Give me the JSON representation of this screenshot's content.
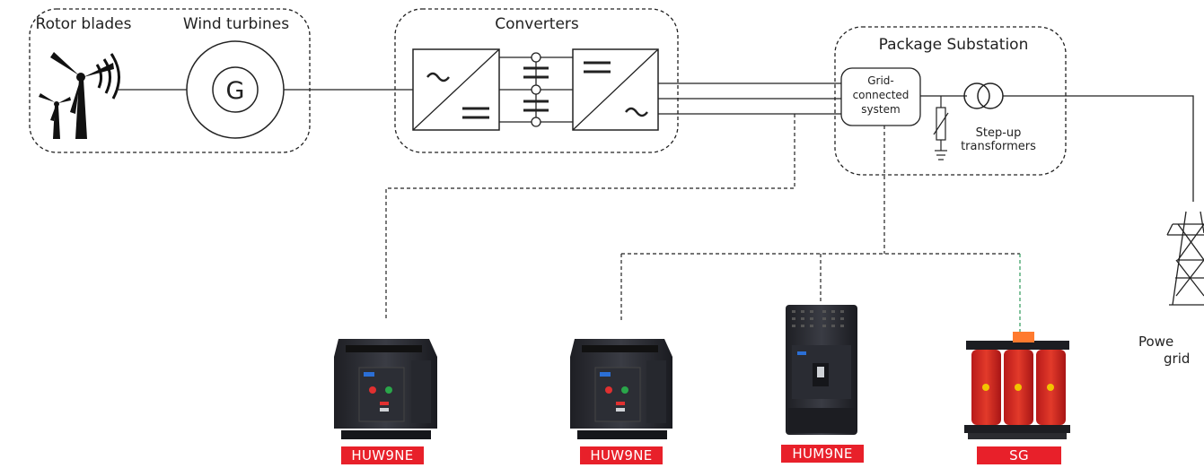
{
  "groups": {
    "rotor_blades": "Rotor blades",
    "wind_turbines": "Wind turbines",
    "converters": "Converters",
    "package_substation": "Package Substation"
  },
  "components": {
    "generator_symbol": "G",
    "grid_connected_line1": "Grid-",
    "grid_connected_line2": "connected",
    "grid_connected_line3": "system",
    "step_up_line1": "Step-up",
    "step_up_line2": "transformers",
    "power_grid_line1": "Powe",
    "power_grid_line2": "grid"
  },
  "products": [
    {
      "label": "HUW9NE"
    },
    {
      "label": "HUW9NE"
    },
    {
      "label": "HUM9NE"
    },
    {
      "label": "SG"
    }
  ],
  "colors": {
    "line": "#222222",
    "label_bg": "#e8202a",
    "green_link": "#2e9a5a"
  }
}
